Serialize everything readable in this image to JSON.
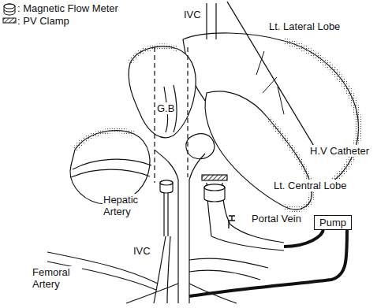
{
  "diagram": {
    "nodes": [
      {
        "text": [
          "Pump"
        ]
      }
    ],
    "labels": [
      "IVC",
      "Lt. Lateral Lobe",
      "G.B",
      "H.V Catheter",
      "Lt. Central Lobe",
      "Hepatic Artery",
      "Portal Vein",
      "IVC",
      "Femoral Artery"
    ],
    "legend": [
      {
        "text": ": Magnetic Flow Meter"
      },
      {
        "text": ": PV Clamp"
      }
    ]
  }
}
